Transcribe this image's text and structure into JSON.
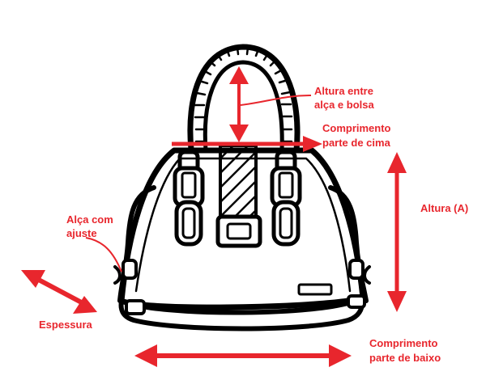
{
  "labels": {
    "altura_alca_line1": "Altura entre",
    "altura_alca_line2": "alça e bolsa",
    "comp_cima_line1": "Comprimento",
    "comp_cima_line2": "parte de cima",
    "altura_a": "Altura (A)",
    "alca_ajuste_line1": "Alça com",
    "alca_ajuste_line2": "ajuste",
    "espessura": "Espessura",
    "comp_baixo_line1": "Comprimento",
    "comp_baixo_line2": "parte de baixo"
  },
  "colors": {
    "annotation": "#e8262d",
    "outline": "#000000",
    "background": "#ffffff"
  }
}
